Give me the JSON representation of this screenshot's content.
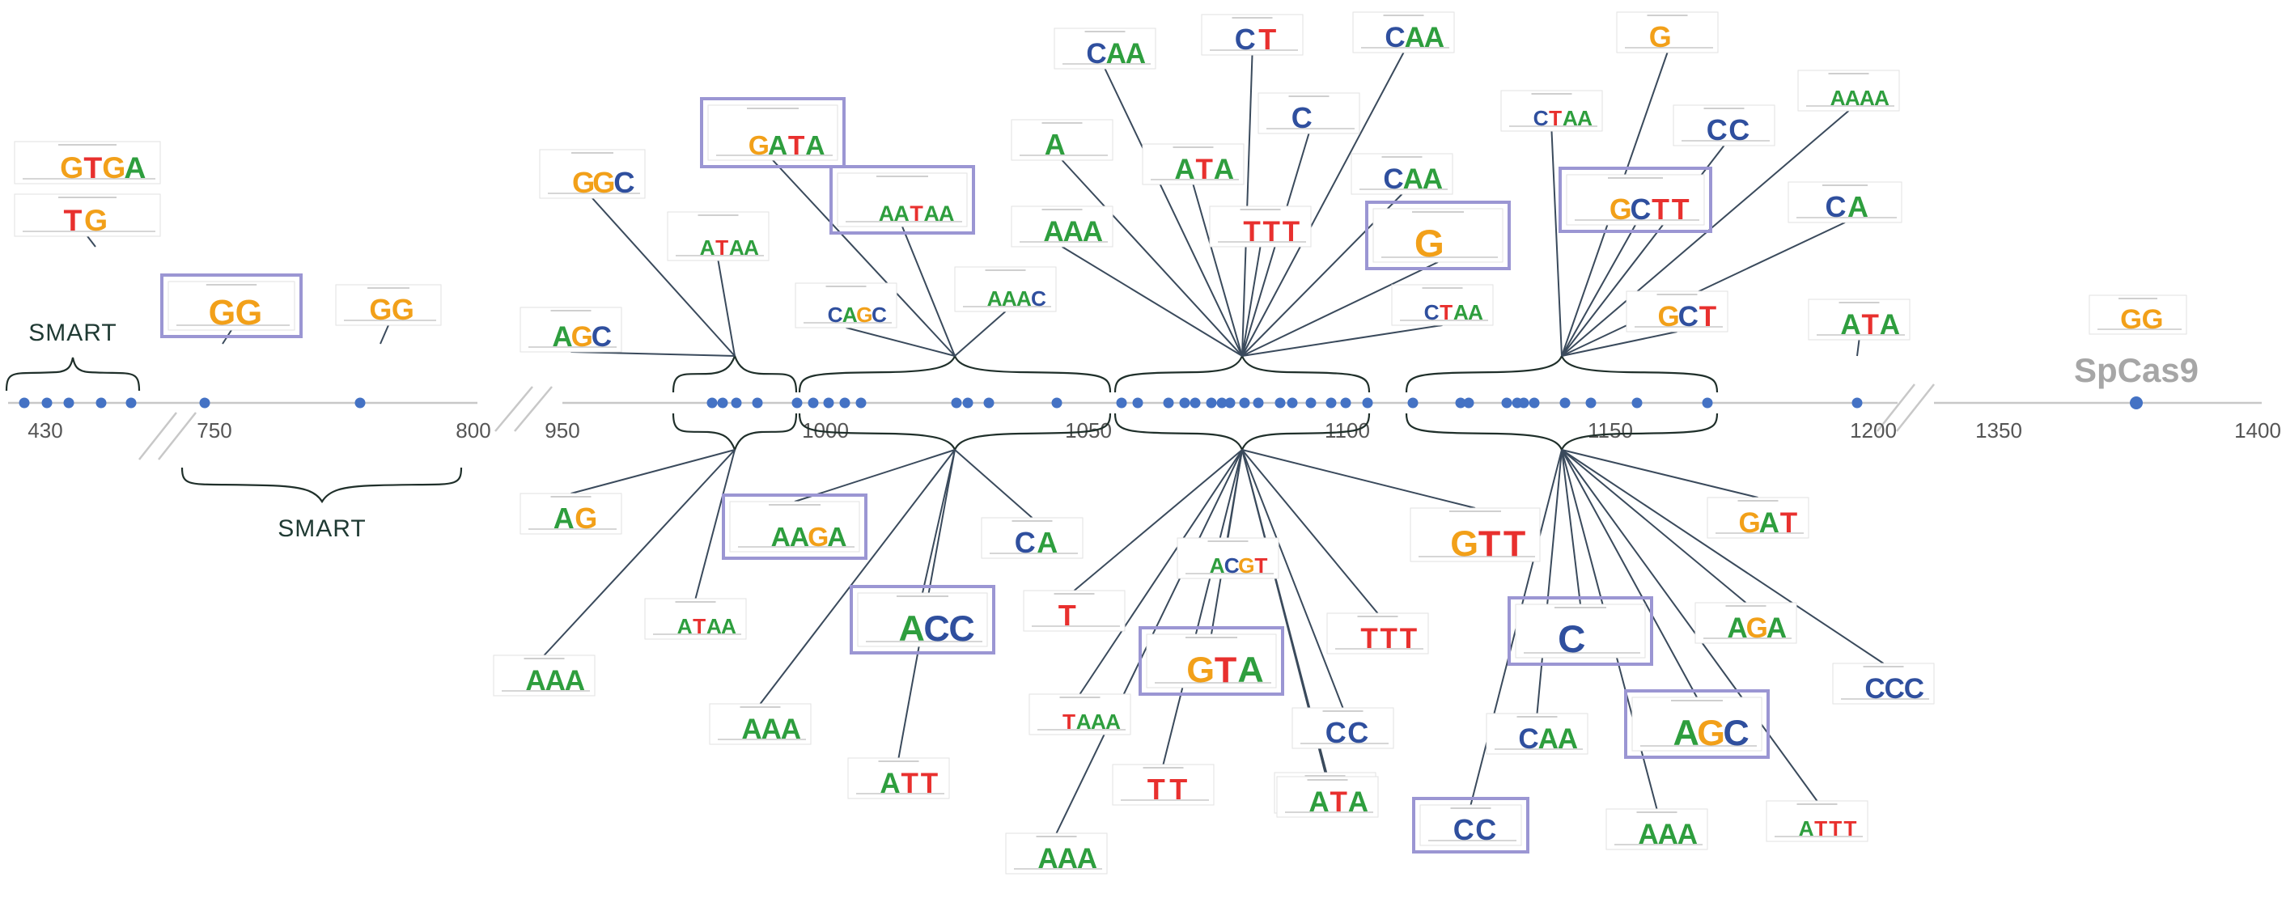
{
  "axis": {
    "ticks": [
      "430",
      "750",
      "800",
      "950",
      "1000",
      "1050",
      "1100",
      "1150",
      "1200",
      "1350",
      "1400"
    ]
  },
  "annotations": {
    "smart_top": "SMART",
    "smart_bottom": "SMART",
    "protein": "SpCas9"
  },
  "colors": {
    "A": "#2e9e3e",
    "C": "#2f4f9e",
    "G": "#f2a019",
    "T": "#e8302e",
    "axis": "#c8c8c8",
    "dot": "#4472c4",
    "line": "#3a4a5c",
    "highlight": "#9b96d3"
  },
  "logos": [
    {
      "seq": "GTGA",
      "highlight": false
    },
    {
      "seq": "TG",
      "highlight": false
    },
    {
      "seq": "GG",
      "highlight": true
    },
    {
      "seq": "GG",
      "highlight": false
    },
    {
      "seq": "GGC",
      "highlight": false
    },
    {
      "seq": "AGC",
      "highlight": false
    },
    {
      "seq": "ATAA",
      "highlight": false
    },
    {
      "seq": "GATA",
      "highlight": true
    },
    {
      "seq": "AATAA",
      "highlight": true
    },
    {
      "seq": "CAGC",
      "highlight": false
    },
    {
      "seq": "AAAC",
      "highlight": false
    },
    {
      "seq": "CAA",
      "highlight": false
    },
    {
      "seq": "A",
      "highlight": false
    },
    {
      "seq": "AAA",
      "highlight": false
    },
    {
      "seq": "CT",
      "highlight": false
    },
    {
      "seq": "ATA",
      "highlight": false
    },
    {
      "seq": "C",
      "highlight": false
    },
    {
      "seq": "TTT",
      "highlight": false
    },
    {
      "seq": "CAA",
      "highlight": false
    },
    {
      "seq": "CAA",
      "highlight": false
    },
    {
      "seq": "G",
      "highlight": true
    },
    {
      "seq": "CTAA",
      "highlight": false
    },
    {
      "seq": "CTAA",
      "highlight": false
    },
    {
      "seq": "G",
      "highlight": false
    },
    {
      "seq": "CC",
      "highlight": false
    },
    {
      "seq": "AAAA",
      "highlight": false
    },
    {
      "seq": "GCTT",
      "highlight": true
    },
    {
      "seq": "CA",
      "highlight": false
    },
    {
      "seq": "GCT",
      "highlight": false
    },
    {
      "seq": "ATA",
      "highlight": false
    },
    {
      "seq": "GG",
      "highlight": false
    },
    {
      "seq": "AG",
      "highlight": false
    },
    {
      "seq": "ATAA",
      "highlight": false
    },
    {
      "seq": "AAA",
      "highlight": false
    },
    {
      "seq": "AAGA",
      "highlight": true
    },
    {
      "seq": "ACC",
      "highlight": true
    },
    {
      "seq": "AAA",
      "highlight": false
    },
    {
      "seq": "CA",
      "highlight": false
    },
    {
      "seq": "ATT",
      "highlight": false
    },
    {
      "seq": "T",
      "highlight": false
    },
    {
      "seq": "TAAA",
      "highlight": false
    },
    {
      "seq": "AAA",
      "highlight": false
    },
    {
      "seq": "GTA",
      "highlight": true
    },
    {
      "seq": "TT",
      "highlight": false
    },
    {
      "seq": "ACGT",
      "highlight": false
    },
    {
      "seq": "AAA",
      "highlight": false
    },
    {
      "seq": "TTT",
      "highlight": false
    },
    {
      "seq": "CC",
      "highlight": false
    },
    {
      "seq": "ATA",
      "highlight": false
    },
    {
      "seq": "GTT",
      "highlight": false
    },
    {
      "seq": "C",
      "highlight": true
    },
    {
      "seq": "CC",
      "highlight": true
    },
    {
      "seq": "CAA",
      "highlight": false
    },
    {
      "seq": "AGC",
      "highlight": true
    },
    {
      "seq": "AAA",
      "highlight": false
    },
    {
      "seq": "GAT",
      "highlight": false
    },
    {
      "seq": "AGA",
      "highlight": false
    },
    {
      "seq": "CCC",
      "highlight": false
    },
    {
      "seq": "ATTT",
      "highlight": false
    }
  ]
}
